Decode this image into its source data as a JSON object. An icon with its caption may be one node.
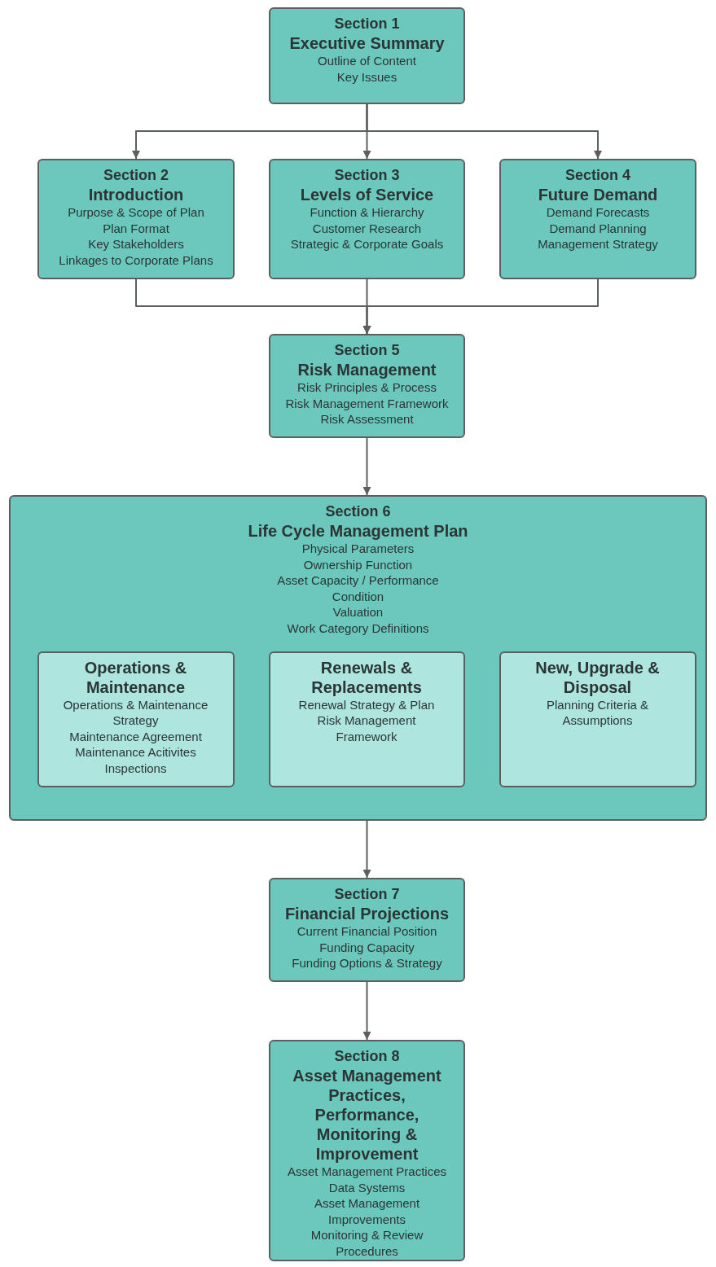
{
  "diagram": {
    "nodes": [
      {
        "text": [
          "Section 1",
          "Executive Summary",
          "Outline of Content",
          "Key Issues"
        ]
      },
      {
        "text": [
          "Section 2",
          "Introduction",
          "Purpose & Scope of Plan",
          "Plan Format",
          "Key Stakeholders",
          "Linkages to Corporate Plans"
        ]
      },
      {
        "text": [
          "Section 3",
          "Levels of Service",
          "Function & Hierarchy",
          "Customer Research",
          "Strategic & Corporate Goals"
        ]
      },
      {
        "text": [
          "Section 4",
          "Future Demand",
          "Demand Forecasts",
          "Demand Planning",
          "Management Strategy"
        ]
      },
      {
        "text": [
          "Section 5",
          "Risk Management",
          "Risk Principles & Process",
          "Risk Management Framework",
          "Risk Assessment"
        ]
      },
      {
        "text": [
          "Section 6",
          "Life Cycle Management Plan",
          "Physical Parameters",
          "Ownership Function",
          "Asset Capacity / Performance",
          "Condition",
          "Valuation",
          "Work Category Definitions"
        ]
      },
      {
        "text": [
          "Operations & Maintenance",
          "Operations & Maintenance Strategy",
          "Maintenance Agreement",
          "Maintenance Acitivites",
          "Inspections"
        ],
        "in": 5
      },
      {
        "text": [
          "Renewals & Replacements",
          "Renewal Strategy & Plan",
          "Risk Management Framework"
        ],
        "in": 5
      },
      {
        "text": [
          "New, Upgrade & Disposal",
          "Planning Criteria & Assumptions"
        ],
        "in": 5
      },
      {
        "text": [
          "Section 7",
          "Financial Projections",
          "Current Financial Position",
          "Funding Capacity",
          "Funding Options & Strategy"
        ]
      },
      {
        "text": [
          "Section 8",
          "Asset Management Practices, Performance, Monitoring & Improvement",
          "Asset Management Practices",
          "Data Systems",
          "Asset Management Improvements",
          "Monitoring & Review Procedures"
        ]
      }
    ],
    "edges": [
      {
        "from": 0,
        "to": 1,
        "arrow": "to"
      },
      {
        "from": 0,
        "to": 2,
        "arrow": "to"
      },
      {
        "from": 0,
        "to": 3,
        "arrow": "to"
      },
      {
        "from": 1,
        "to": 4,
        "arrow": "to"
      },
      {
        "from": 2,
        "to": 4,
        "arrow": "to"
      },
      {
        "from": 3,
        "to": 4,
        "arrow": "to"
      },
      {
        "from": 4,
        "to": 5,
        "arrow": "to"
      },
      {
        "from": 5,
        "to": 9,
        "arrow": "to"
      },
      {
        "from": 9,
        "to": 10,
        "arrow": "to"
      }
    ]
  }
}
